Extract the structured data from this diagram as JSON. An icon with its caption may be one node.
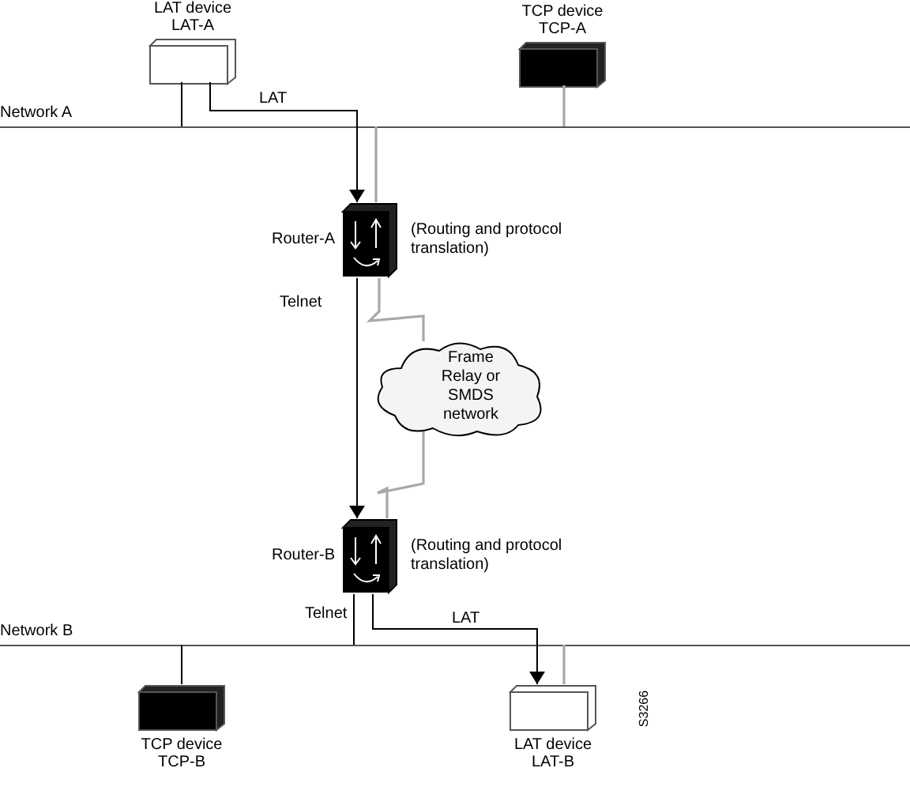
{
  "diagram": {
    "nodes": [
      {
        "text": [
          "LAT device LAT-A"
        ]
      },
      {
        "text": [
          "TCP device TCP-A"
        ]
      },
      {
        "text": [
          "Network A"
        ]
      },
      {
        "text": [
          "Router-A"
        ],
        "beside": [
          "(Routing and protocol translation)"
        ]
      },
      {
        "text": [
          "Frame Relay or SMDS network"
        ]
      },
      {
        "text": [
          "Router-B"
        ],
        "beside": [
          "(Routing and protocol translation)"
        ]
      },
      {
        "text": [
          "Network B"
        ]
      },
      {
        "text": [
          "TCP device TCP-B"
        ]
      },
      {
        "text": [
          "LAT device LAT-B"
        ]
      }
    ],
    "edges": [
      {
        "from": 0,
        "to": 3,
        "arrow": "to",
        "label": "LAT"
      },
      {
        "from": 0,
        "to": 2,
        "arrow": "none"
      },
      {
        "from": 1,
        "to": 2,
        "arrow": "none",
        "color": "#a8a8a8"
      },
      {
        "from": 2,
        "to": 3,
        "arrow": "none",
        "color": "#a8a8a8"
      },
      {
        "from": 3,
        "to": 5,
        "arrow": "to",
        "label": "Telnet"
      },
      {
        "from": 3,
        "to": 4,
        "arrow": "none",
        "color": "#a8a8a8"
      },
      {
        "from": 4,
        "to": 5,
        "arrow": "none",
        "color": "#a8a8a8"
      },
      {
        "from": 5,
        "to": 6,
        "arrow": "none",
        "label": "Telnet"
      },
      {
        "from": 5,
        "to": 8,
        "arrow": "to",
        "label": "LAT"
      },
      {
        "from": 7,
        "to": 6,
        "arrow": "none"
      },
      {
        "from": 8,
        "to": 6,
        "arrow": "none",
        "color": "#a8a8a8"
      }
    ],
    "labels": [
      "S3266"
    ]
  }
}
